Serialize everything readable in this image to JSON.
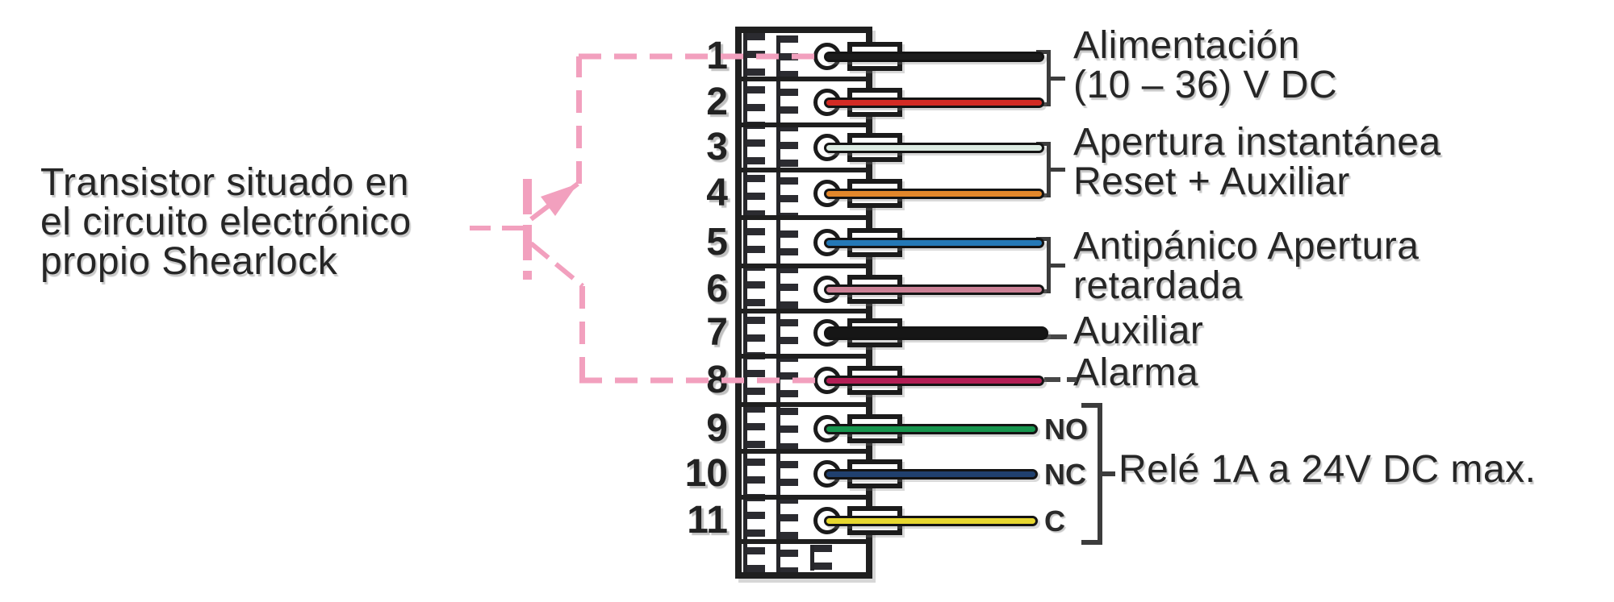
{
  "note": {
    "line1": "Transistor situado en",
    "line2": "el circuito electrónico",
    "line3": "propio Shearlock"
  },
  "terminals": [
    {
      "num": "1",
      "wire_color": "#1c1c1c"
    },
    {
      "num": "2",
      "wire_color": "#d22b24"
    },
    {
      "num": "3",
      "wire_color": "#dcebe2"
    },
    {
      "num": "4",
      "wire_color": "#e2872b"
    },
    {
      "num": "5",
      "wire_color": "#2478b6"
    },
    {
      "num": "6",
      "wire_color": "#cb8095"
    },
    {
      "num": "7",
      "wire_color": "#161616",
      "thick": true
    },
    {
      "num": "8",
      "wire_color": "#b31e55"
    },
    {
      "num": "9",
      "wire_color": "#17954e",
      "tag": "NO"
    },
    {
      "num": "10",
      "wire_color": "#20406e",
      "tag": "NC"
    },
    {
      "num": "11",
      "wire_color": "#e7d72f",
      "tag": "C"
    }
  ],
  "groups": [
    {
      "terminals": "1-2",
      "line1": "Alimentación",
      "line2": "(10 – 36) V DC"
    },
    {
      "terminals": "3-4",
      "line1": "Apertura instantánea",
      "line2": "Reset + Auxiliar"
    },
    {
      "terminals": "5-6",
      "line1": "Antipánico Apertura",
      "line2": "retardada"
    },
    {
      "terminals": "7",
      "line1": "Auxiliar"
    },
    {
      "terminals": "8",
      "line1": "Alarma"
    },
    {
      "terminals": "9-11",
      "line1": "Relé 1A a 24V DC max."
    }
  ],
  "colors": {
    "accent_pink": "#f2a0be",
    "ink": "#262626"
  }
}
